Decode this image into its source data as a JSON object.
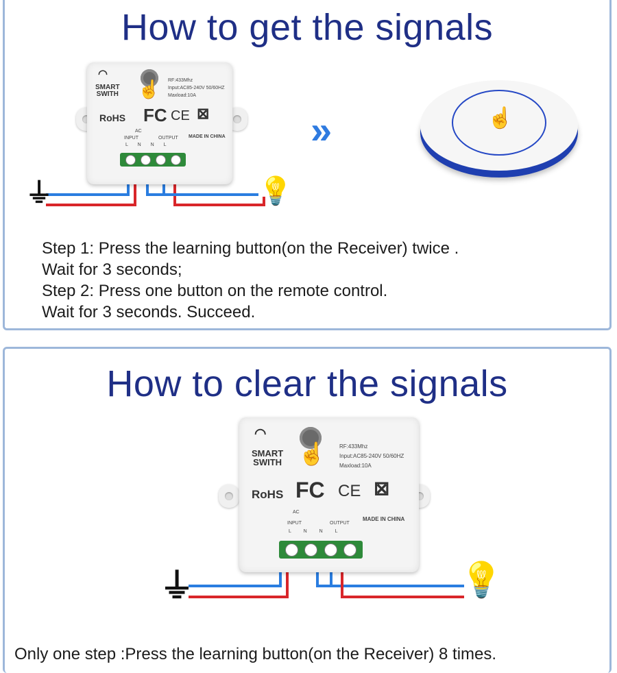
{
  "get_section": {
    "title": "How to get the signals",
    "steps": [
      "Step 1: Press the learning button(on the Receiver) twice .",
      "Wait for 3 seconds;",
      "Step 2: Press one button on the remote control.",
      "Wait for 3 seconds. Succeed."
    ]
  },
  "clear_section": {
    "title": "How to clear the signals",
    "instruction": "Only one step :Press the learning button(on the Receiver) 8 times."
  },
  "device": {
    "name_line1": "SMART",
    "name_line2": "SWITH",
    "rf": "RF:433Mhz",
    "input": "Input:AC85-240V 50/60HZ",
    "maxload": "Maxload:10A",
    "rohs": "RoHS",
    "fc": "FC",
    "ce": "CE",
    "made_in": "MADE IN CHINA",
    "ac": "AC",
    "input_label": "INPUT",
    "output_label": "OUTPUT",
    "terminals": "L  N  N  L"
  },
  "icons": {
    "plug": "plug-icon",
    "bulb": "bulb-icon",
    "hand": "hand-press-icon",
    "arrows": "double-chevron-right-icon",
    "wifi": "wifi-icon",
    "weee": "crossed-bin-icon"
  },
  "colors": {
    "heading": "#1f2f86",
    "border": "#9db7da",
    "wire_red": "#d9262a",
    "wire_blue": "#2a7de0",
    "terminal": "#2e8a3a",
    "remote_accent": "#1f3fb0"
  }
}
